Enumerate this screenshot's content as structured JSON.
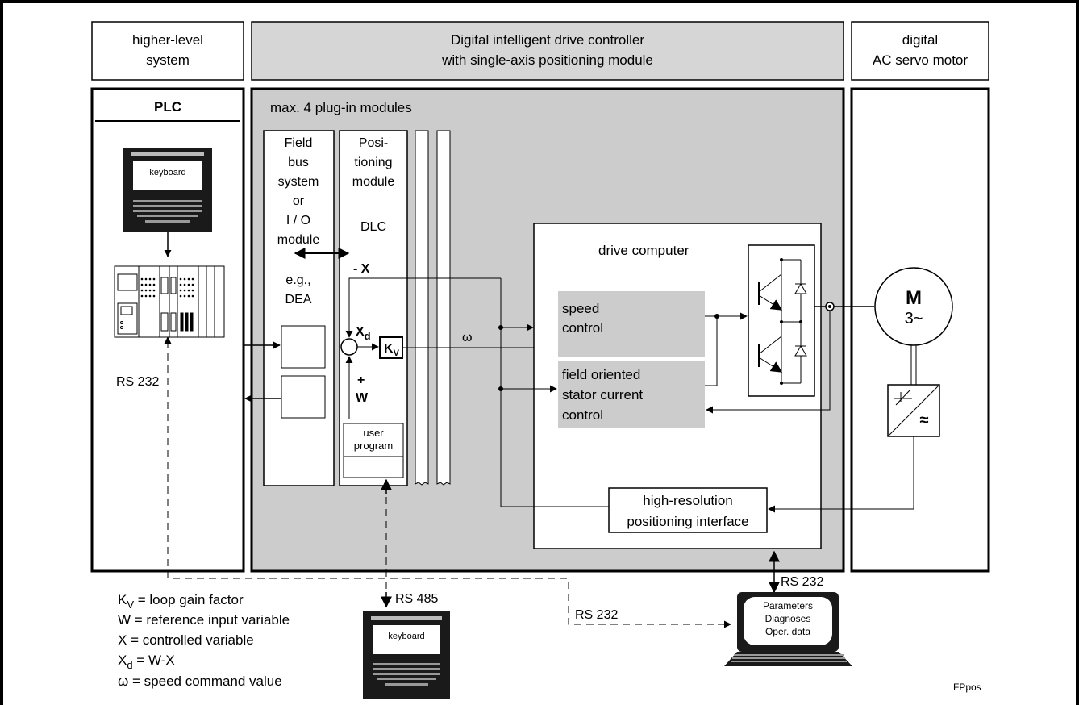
{
  "header": {
    "left": [
      "higher-level",
      "system"
    ],
    "center": [
      "Digital intelligent drive controller",
      "with single-axis positioning module"
    ],
    "right": [
      "digital",
      "AC servo motor"
    ]
  },
  "plc": {
    "title": "PLC",
    "keyboard_label": "keyboard",
    "rs232": "RS 232"
  },
  "controller": {
    "modules_title": "max. 4 plug-in modules",
    "fieldbus": [
      "Field",
      "bus",
      "system",
      "or",
      "I / O",
      "module"
    ],
    "fieldbus_example": [
      "e.g.,",
      "DEA"
    ],
    "positioning": [
      "Posi-",
      "tioning",
      "module"
    ],
    "dlc": "DLC",
    "minus_x": "- X",
    "xd_main": "X",
    "xd_sub": "d",
    "plus": "+",
    "w": "W",
    "kv_main": "K",
    "kv_sub": "V",
    "omega": "ω",
    "user_program": [
      "user",
      "program"
    ]
  },
  "drive_computer": {
    "title": "drive computer",
    "speed_control": [
      "speed",
      "control"
    ],
    "current_control": [
      "field oriented",
      "stator current",
      "control"
    ],
    "interface": [
      "high-resolution",
      "positioning interface"
    ]
  },
  "motor": {
    "symbol": "M",
    "phases": "3~",
    "encoder_symbol": "≈"
  },
  "bottom": {
    "rs485": "RS 485",
    "rs232_left": "RS 232",
    "rs232_right": "RS 232",
    "keyboard_label": "keyboard",
    "pc_screen": [
      "Parameters",
      "Diagnoses",
      "Oper. data"
    ],
    "figure_id": "FPpos"
  },
  "legend": [
    {
      "sym": "K",
      "sub": "V",
      "text": " = loop gain factor"
    },
    {
      "sym": "W",
      "sub": "",
      "text": "  = reference input variable"
    },
    {
      "sym": "X",
      "sub": "",
      "text": "  = controlled variable"
    },
    {
      "sym": "X",
      "sub": "d",
      "text": " = W-X"
    },
    {
      "sym": "ω",
      "sub": "",
      "text": "  = speed command value"
    }
  ]
}
